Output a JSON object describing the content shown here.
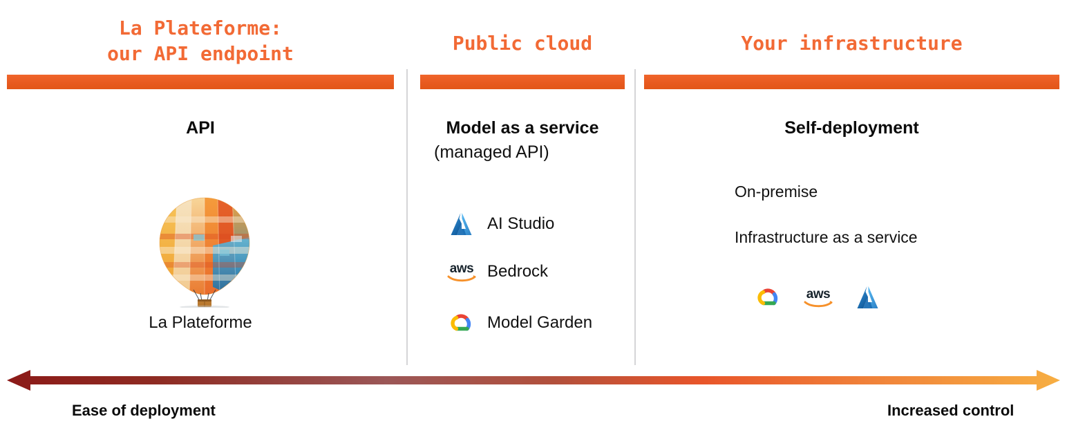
{
  "slide": {
    "accent_orange": "#F26A35",
    "bar_orange": "#E85A20",
    "divider_gray": "#D5D5D7",
    "text_black": "#111111"
  },
  "columns": [
    {
      "title": "La Plateforme:\nour API endpoint",
      "heading": "API",
      "caption": "La Plateforme",
      "illustration": "hot-air-balloon"
    },
    {
      "title": "Public cloud",
      "heading": "Model as a service",
      "subheading": "(managed API)",
      "providers": [
        {
          "icon": "azure-logo",
          "label": "AI Studio"
        },
        {
          "icon": "aws-logo",
          "label": "Bedrock"
        },
        {
          "icon": "google-cloud-logo",
          "label": "Model Garden"
        }
      ]
    },
    {
      "title": "Your infrastructure",
      "heading": "Self-deployment",
      "items": [
        "On-premise",
        "Infrastructure as a service"
      ],
      "logos": [
        {
          "icon": "google-cloud-logo",
          "name": "Google Cloud"
        },
        {
          "icon": "aws-logo",
          "name": "AWS"
        },
        {
          "icon": "azure-logo",
          "name": "Azure"
        }
      ]
    }
  ],
  "axis": {
    "left_label": "Ease of deployment",
    "right_label": "Increased control",
    "gradient": {
      "from": "#8C1A18",
      "mid1": "#9B5757",
      "mid2": "#E8552A",
      "to": "#F7AE42"
    }
  }
}
